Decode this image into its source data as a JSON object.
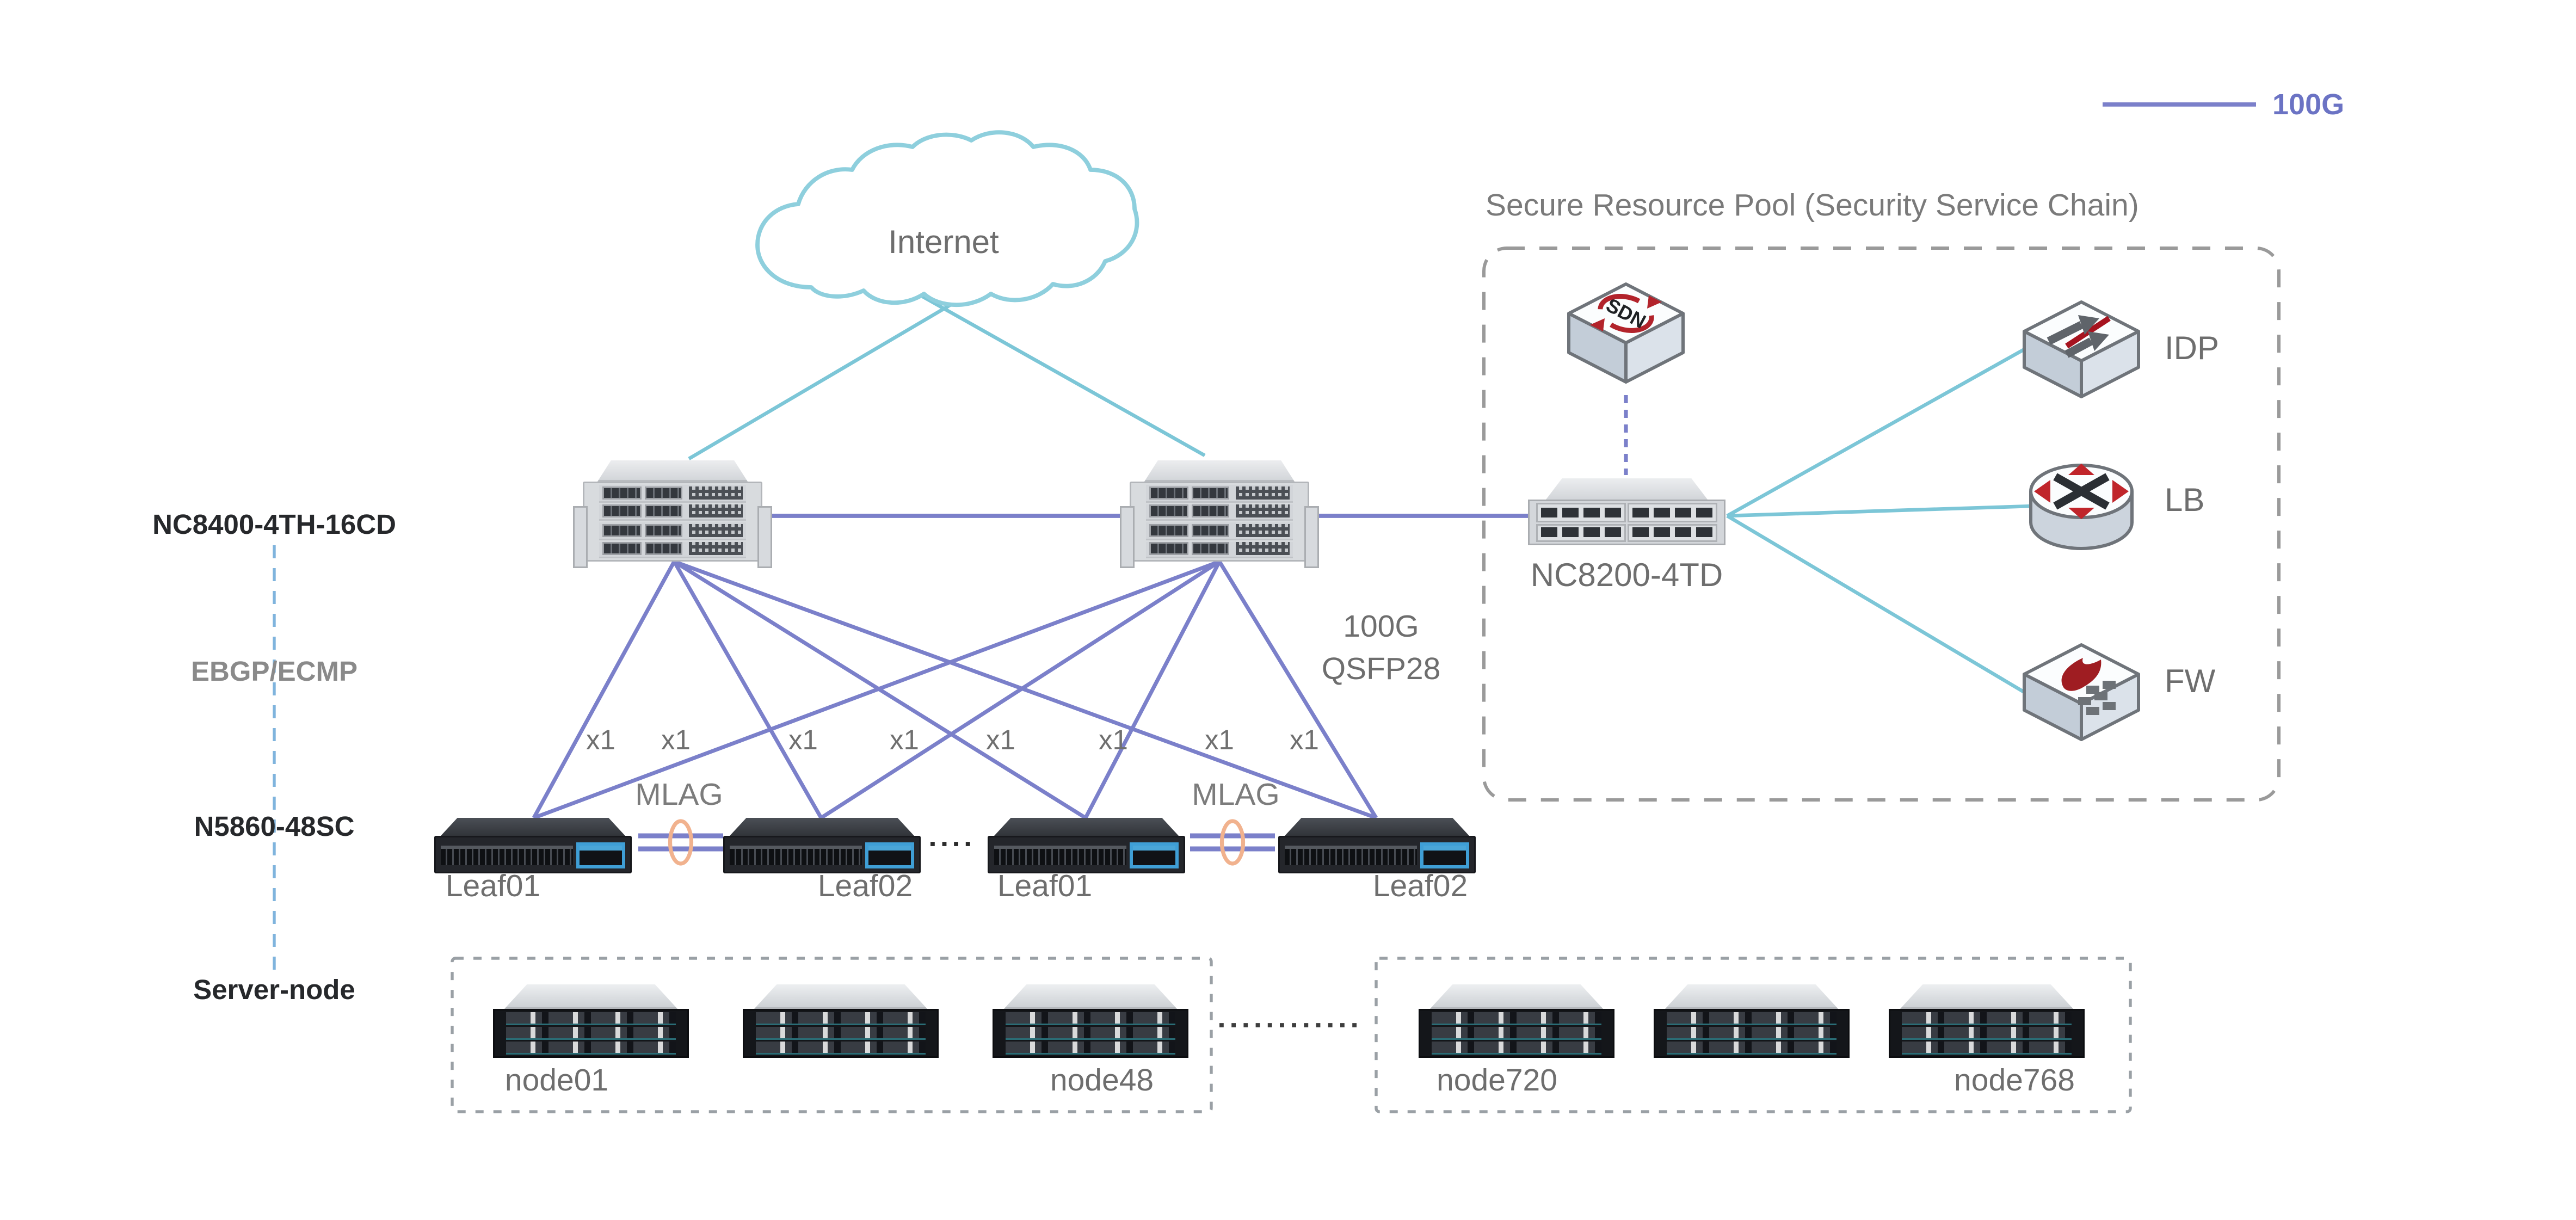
{
  "legend": {
    "label": "100G"
  },
  "cloud": {
    "label": "Internet"
  },
  "row_labels": {
    "spine_model": "NC8400-4TH-16CD",
    "protocol": "EBGP/ECMP",
    "leaf_model": "N5860-48SC",
    "server": "Server-node"
  },
  "link_note": {
    "line1": "100G",
    "line2": "QSFP28"
  },
  "port_labels": [
    "x1",
    "x1",
    "x1",
    "x1",
    "x1",
    "x1",
    "x1",
    "x1"
  ],
  "mlag": {
    "label1": "MLAG",
    "label2": "MLAG"
  },
  "leaves": {
    "labels": [
      "Leaf01",
      "Leaf02",
      "Leaf01",
      "Leaf02"
    ]
  },
  "secure_pool": {
    "title": "Secure Resource Pool (Security Service Chain)",
    "sdn_label": "SDN",
    "switch_label": "NC8200-4TD",
    "services": {
      "idp": "IDP",
      "lb": "LB",
      "fw": "FW"
    }
  },
  "server_groups": {
    "group1": {
      "first": "node01",
      "last": "node48"
    },
    "group2": {
      "first": "node720",
      "last": "node768"
    }
  },
  "colors": {
    "link_100g": "#7b80ca",
    "uplink_cyan": "#7cc6d7",
    "mlag_ring": "#f1b28e"
  }
}
